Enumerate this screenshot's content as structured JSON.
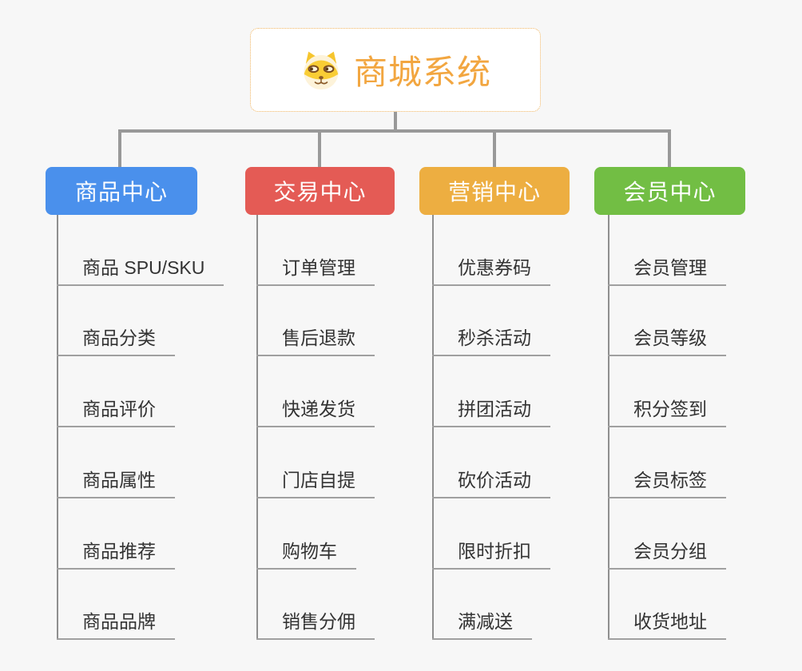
{
  "page": {
    "background": "#f7f7f7"
  },
  "root": {
    "title": "商城系统",
    "icon": "shiba-dog-icon",
    "title_color": "#f2a640",
    "border_color": "#f0b460"
  },
  "branches": [
    {
      "label": "商品中心",
      "color": "#4a90ec",
      "items": [
        "商品 SPU/SKU",
        "商品分类",
        "商品评价",
        "商品属性",
        "商品推荐",
        "商品品牌"
      ]
    },
    {
      "label": "交易中心",
      "color": "#e45b55",
      "items": [
        "订单管理",
        "售后退款",
        "快递发货",
        "门店自提",
        "购物车",
        "销售分佣"
      ]
    },
    {
      "label": "营销中心",
      "color": "#edae41",
      "items": [
        "优惠券码",
        "秒杀活动",
        "拼团活动",
        "砍价活动",
        "限时折扣",
        "满减送"
      ]
    },
    {
      "label": "会员中心",
      "color": "#72be44",
      "items": [
        "会员管理",
        "会员等级",
        "积分签到",
        "会员标签",
        "会员分组",
        "收货地址"
      ]
    }
  ],
  "colors": {
    "connector": "#999999",
    "trunk": "#8f8f8f",
    "underline": "#a0a0a0",
    "leaf_text": "#333333"
  }
}
